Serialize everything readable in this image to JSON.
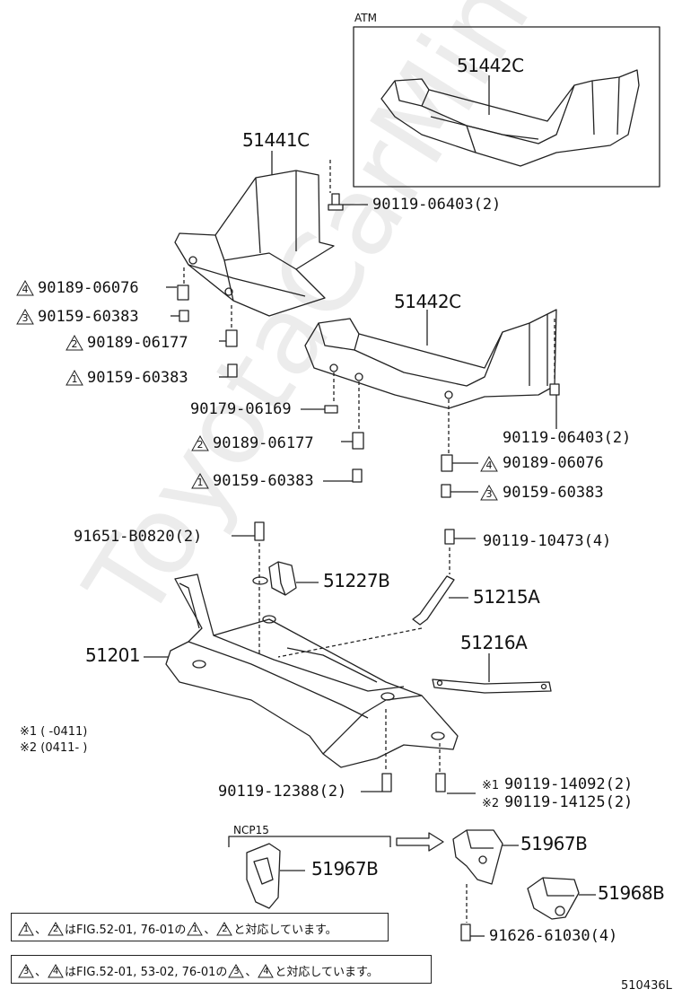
{
  "watermark": "ToyotaCarMine.ru",
  "atm_label": "ATM",
  "ncp15_label": "NCP15",
  "diagram_code": "510436L",
  "parts": {
    "p51442C_atm": "51442C",
    "p51441C": "51441C",
    "p51442C": "51442C",
    "p51227B": "51227B",
    "p51215A": "51215A",
    "p51201": "51201",
    "p51216A": "51216A",
    "p51967B_left": "51967B",
    "p51967B_right": "51967B",
    "p51968B": "51968B"
  },
  "fasteners": {
    "f1": "90119-06403(2)",
    "f2": "90189-06076",
    "f3": "90159-60383",
    "f4": "90189-06177",
    "f5": "90159-60383",
    "f6": "90179-06169",
    "f7": "90119-06403(2)",
    "f8": "90189-06177",
    "f9": "90189-06076",
    "f10": "90159-60383",
    "f11": "90159-60383",
    "f12": "91651-B0820(2)",
    "f13": "90119-10473(4)",
    "f14": "90119-12388(2)",
    "f15": "90119-14092(2)",
    "f16": "90119-14125(2)",
    "f17": "91626-61030(4)"
  },
  "triangles": {
    "t_f2": "4",
    "t_f3": "3",
    "t_f4": "2",
    "t_f5": "1",
    "t_f8": "2",
    "t_f9": "4",
    "t_f10": "3",
    "t_f11": "1"
  },
  "marks": {
    "m15": "※1",
    "m16": "※2"
  },
  "date_notes": {
    "n1": "※1 (      -0411)",
    "n2": "※2 (0411-      )"
  },
  "notes": {
    "box1": {
      "a": "1",
      "sep": "、",
      "b": "2",
      "text1": "はFIG.52-01, 76-01の",
      "c": "1",
      "sep2": "、",
      "d": "2",
      "text2": "と対応しています。"
    },
    "box2": {
      "a": "3",
      "sep": "、",
      "b": "4",
      "text1": "はFIG.52-01, 53-02, 76-01の",
      "c": "3",
      "sep2": "、",
      "d": "4",
      "text2": "と対応しています。"
    }
  }
}
